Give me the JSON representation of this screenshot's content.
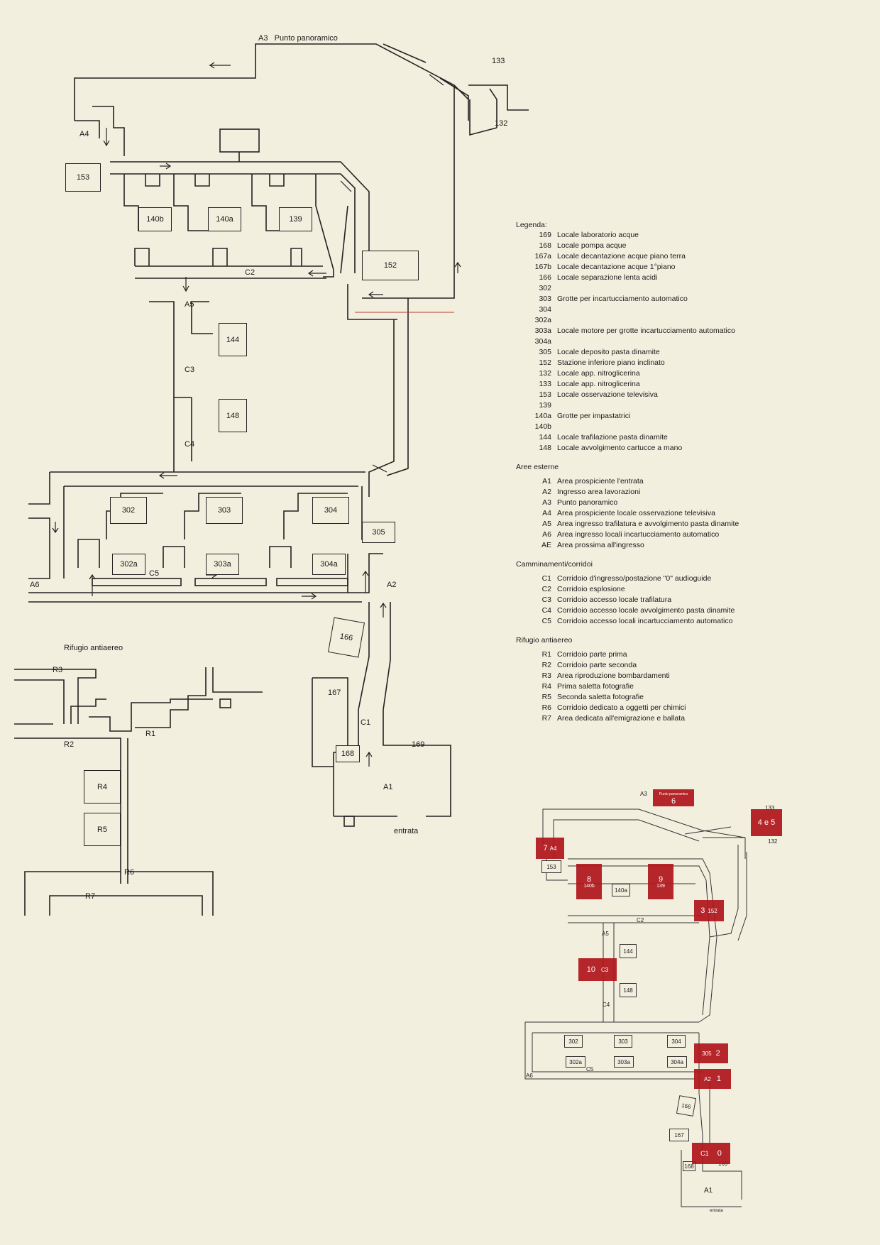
{
  "top_label": {
    "code": "A3",
    "text": "Punto panoramico"
  },
  "rooms": {
    "r153": "153",
    "r140b": "140b",
    "r140a": "140a",
    "r139": "139",
    "r152": "152",
    "r144": "144",
    "r148": "148",
    "r302": "302",
    "r303": "303",
    "r304": "304",
    "r302a": "302a",
    "r303a": "303a",
    "r304a": "304a",
    "r305": "305",
    "r166": "166",
    "r167": "167",
    "r168": "168",
    "r169": "169",
    "r133": "133",
    "r132": "132"
  },
  "labels": {
    "A4": "A4",
    "A5": "A5",
    "A6": "A6",
    "A2": "A2",
    "A1": "A1",
    "C1": "C1",
    "C2": "C2",
    "C3": "C3",
    "C4": "C4",
    "C5": "C5",
    "entrance": "entrata",
    "shelter": "Rifugio antiaereo",
    "R1": "R1",
    "R2": "R2",
    "R3": "R3",
    "R4": "R4",
    "R5": "R5",
    "R6": "R6",
    "R7": "R7"
  },
  "legend": {
    "title": "Legenda:",
    "rooms": [
      {
        "k": "169",
        "v": "Locale laboratorio acque"
      },
      {
        "k": "168",
        "v": "Locale pompa acque"
      },
      {
        "k": "167a",
        "v": "Locale decantazione acque piano terra"
      },
      {
        "k": "167b",
        "v": "Locale decantazione acque 1°piano"
      },
      {
        "k": "166",
        "v": "Locale separazione lenta acidi"
      },
      {
        "k": "302",
        "v": ""
      },
      {
        "k": "303",
        "v": "Grotte per incartucciamento automatico"
      },
      {
        "k": "304",
        "v": ""
      },
      {
        "k": "302a",
        "v": ""
      },
      {
        "k": "303a",
        "v": "Locale motore per grotte incartucciamento automatico"
      },
      {
        "k": "304a",
        "v": ""
      },
      {
        "k": "305",
        "v": "Locale deposito pasta dinamite"
      },
      {
        "k": "152",
        "v": "Stazione inferiore piano inclinato"
      },
      {
        "k": "132",
        "v": "Locale app. nitroglicerina"
      },
      {
        "k": "133",
        "v": "Locale app. nitroglicerina"
      },
      {
        "k": "153",
        "v": "Locale osservazione televisiva"
      },
      {
        "k": "139",
        "v": ""
      },
      {
        "k": "140a",
        "v": "Grotte per impastatrici"
      },
      {
        "k": "140b",
        "v": ""
      },
      {
        "k": "144",
        "v": "Locale trafilazione pasta dinamite"
      },
      {
        "k": "148",
        "v": "Locale avvolgimento cartucce a mano"
      }
    ],
    "external_title": "Aree esterne",
    "external": [
      {
        "k": "A1",
        "v": "Area prospiciente l'entrata"
      },
      {
        "k": "A2",
        "v": "Ingresso area lavorazioni"
      },
      {
        "k": "A3",
        "v": "Punto panoramico"
      },
      {
        "k": "A4",
        "v": "Area prospiciente locale osservazione televisiva"
      },
      {
        "k": "A5",
        "v": "Area ingresso trafilatura e avvolgimento pasta dinamite"
      },
      {
        "k": "A6",
        "v": "Area ingresso locali incartucciamento automatico"
      },
      {
        "k": "AE",
        "v": "Area prossima all'ingresso"
      }
    ],
    "corridors_title": "Camminamenti/corridoi",
    "corridors": [
      {
        "k": "C1",
        "v": "Corridoio d'ingresso/postazione \"0\" audioguide"
      },
      {
        "k": "C2",
        "v": "Corridoio esplosione"
      },
      {
        "k": "C3",
        "v": "Corridoio accesso locale trafilatura"
      },
      {
        "k": "C4",
        "v": "Corridoio accesso locale avvolgimento pasta dinamite"
      },
      {
        "k": "C5",
        "v": "Corridoio accesso locali incartucciamento automatico"
      }
    ],
    "shelter_title": "Rifugio antiaereo",
    "shelter": [
      {
        "k": "R1",
        "v": "Corridoio parte prima"
      },
      {
        "k": "R2",
        "v": "Corridoio parte seconda"
      },
      {
        "k": "R3",
        "v": "Area riproduzione bombardamenti"
      },
      {
        "k": "R4",
        "v": "Prima saletta fotografie"
      },
      {
        "k": "R5",
        "v": "Seconda saletta fotografie"
      },
      {
        "k": "R6",
        "v": "Corridoio dedicato a oggetti per chimici"
      },
      {
        "k": "R7",
        "v": "Area dedicata all'emigrazione e ballata"
      }
    ]
  },
  "stops": [
    {
      "n": "6",
      "room": "Punto panoramico"
    },
    {
      "n": "4 e 5",
      "room": ""
    },
    {
      "n": "7",
      "room": "A4"
    },
    {
      "n": "8",
      "room": "140b"
    },
    {
      "n": "9",
      "room": "139"
    },
    {
      "n": "3",
      "room": "152"
    },
    {
      "n": "10",
      "room": "C3"
    },
    {
      "n": "2",
      "room": "305"
    },
    {
      "n": "1",
      "room": "A2"
    },
    {
      "n": "0",
      "room": "C1"
    }
  ],
  "small_map": {
    "A3": "A3",
    "A1": "A1",
    "A6": "A6",
    "A5": "A5",
    "C2": "C2",
    "C4": "C4",
    "C5": "C5",
    "entrance": "entrata",
    "r153": "153",
    "r140a": "140a",
    "r144": "144",
    "r148": "148",
    "r302": "302",
    "r303": "303",
    "r304": "304",
    "r302a": "302a",
    "r303a": "303a",
    "r304a": "304a",
    "r166": "166",
    "r167": "167",
    "r168": "168",
    "r169": "169",
    "r133": "133",
    "r132": "132"
  },
  "colors": {
    "background": "#f3efdf",
    "line": "#222222",
    "highlight": "#b0161c"
  }
}
